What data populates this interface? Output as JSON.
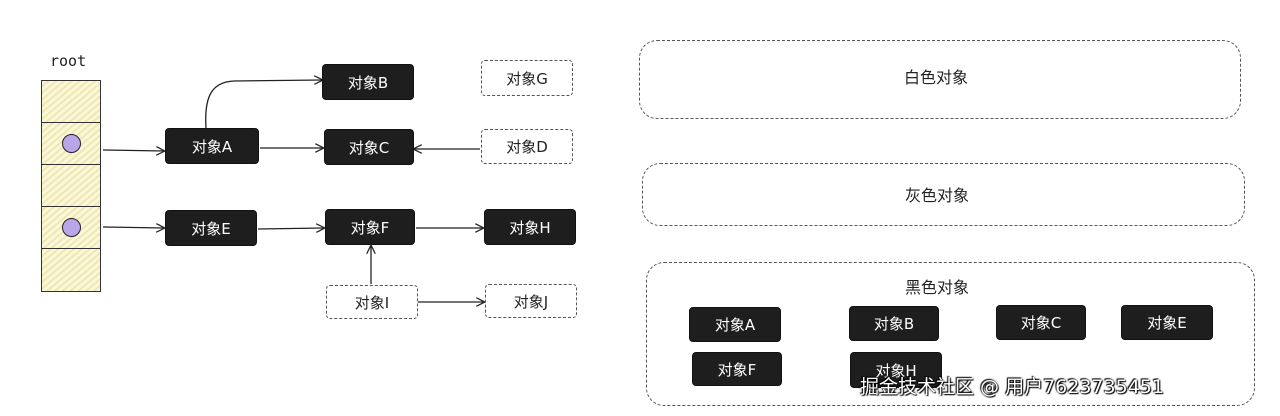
{
  "root": {
    "label": "root",
    "cells": [
      {
        "has_ref": false
      },
      {
        "has_ref": true
      },
      {
        "has_ref": false
      },
      {
        "has_ref": true
      },
      {
        "has_ref": false
      }
    ]
  },
  "graph": {
    "nodes": {
      "a": {
        "label": "对象A",
        "state": "black"
      },
      "b": {
        "label": "对象B",
        "state": "black"
      },
      "c": {
        "label": "对象C",
        "state": "black"
      },
      "d": {
        "label": "对象D",
        "state": "white"
      },
      "e": {
        "label": "对象E",
        "state": "black"
      },
      "f": {
        "label": "对象F",
        "state": "black"
      },
      "g": {
        "label": "对象G",
        "state": "white"
      },
      "h": {
        "label": "对象H",
        "state": "black"
      },
      "i": {
        "label": "对象I",
        "state": "white"
      },
      "j": {
        "label": "对象J",
        "state": "white"
      }
    },
    "edges": [
      {
        "from": "root.1",
        "to": "a"
      },
      {
        "from": "root.3",
        "to": "e"
      },
      {
        "from": "a",
        "to": "b"
      },
      {
        "from": "a",
        "to": "c"
      },
      {
        "from": "d",
        "to": "c"
      },
      {
        "from": "e",
        "to": "f"
      },
      {
        "from": "f",
        "to": "h"
      },
      {
        "from": "i",
        "to": "f"
      },
      {
        "from": "i",
        "to": "j"
      }
    ]
  },
  "sets": {
    "white": {
      "label": "白色对象",
      "items": []
    },
    "gray": {
      "label": "灰色对象",
      "items": []
    },
    "black": {
      "label": "黑色对象",
      "items": [
        "对象A",
        "对象B",
        "对象C",
        "对象E",
        "对象F",
        "对象H"
      ]
    }
  },
  "watermark": "掘金技术社区 @ 用户7623735451"
}
